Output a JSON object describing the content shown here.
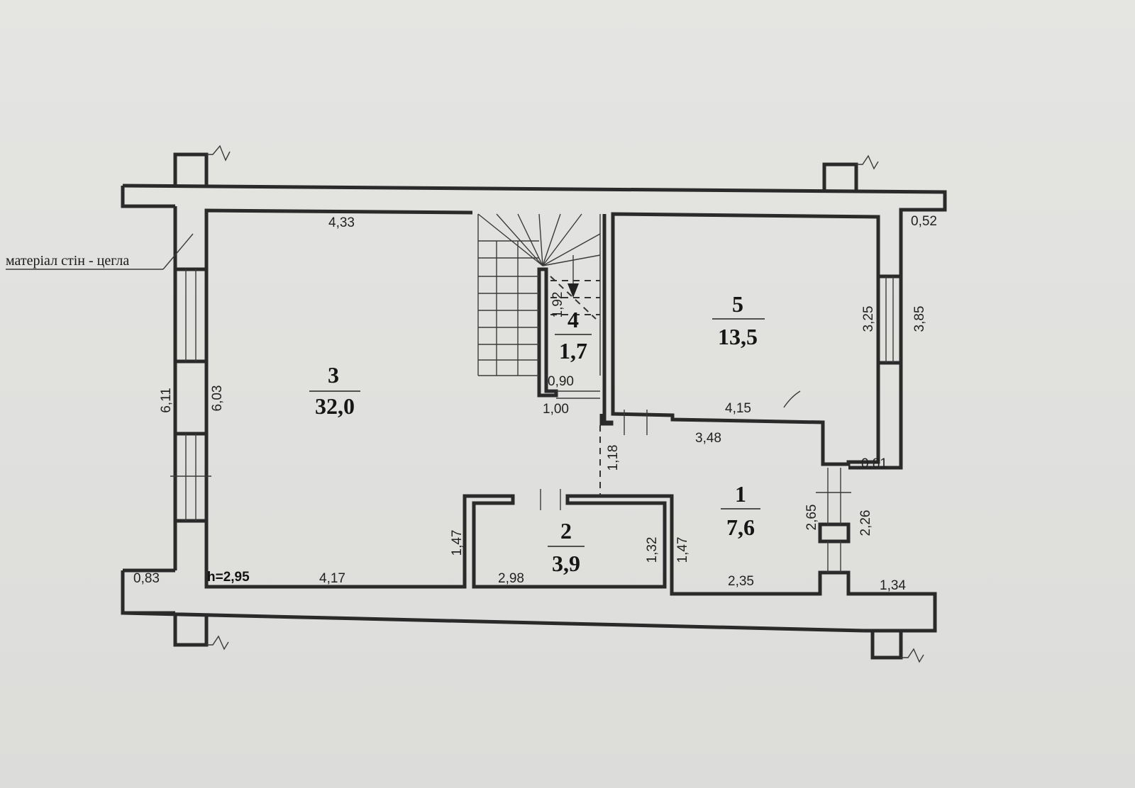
{
  "material_note": "матеріал стін - цегла",
  "ceiling_height": "h=2,95",
  "rooms": [
    {
      "number": "1",
      "area": "7,6"
    },
    {
      "number": "2",
      "area": "3,9"
    },
    {
      "number": "3",
      "area": "32,0"
    },
    {
      "number": "4",
      "area": "1,7"
    },
    {
      "number": "5",
      "area": "13,5"
    }
  ],
  "dimensions": {
    "top_room3": "4,33",
    "room3_left_outer": "6,11",
    "room3_left_inner": "6,03",
    "bottom_room3": "4,17",
    "bottom_left_wall": "0,83",
    "stair_side": "1,92",
    "stair_landing": "0,90",
    "stair_bottom": "1,00",
    "corridor": "1,18",
    "room2_left": "1,47",
    "room2_bottom": "2,98",
    "room2_right": "1,32",
    "room1_left": "1,47",
    "room5_bottom": "4,15",
    "room1_top": "3,48",
    "room5_right_inner": "3,25",
    "room5_right_outer": "3,85",
    "top_right_wall": "0,52",
    "room1_right_step": "0,81",
    "room1_right_outer": "2,65",
    "room1_right_inner": "2,26",
    "room1_bottom": "2,35",
    "bottom_right_wall": "1,34"
  }
}
